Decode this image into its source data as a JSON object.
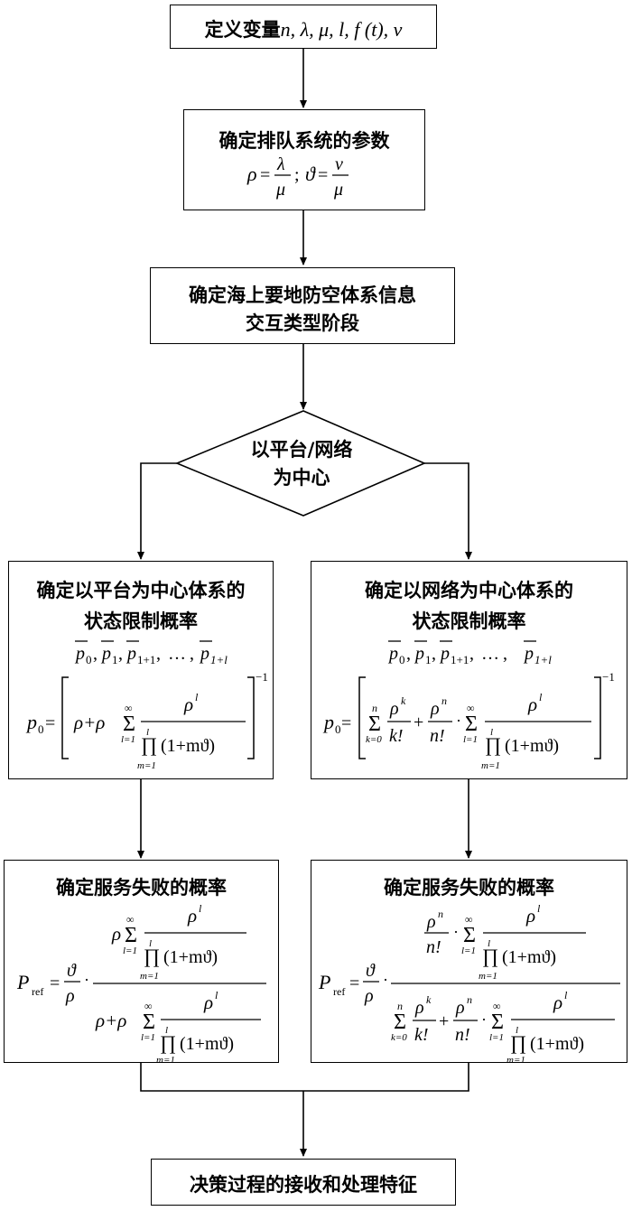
{
  "steps": {
    "define": {
      "label": "定义变量",
      "vars": "n, λ, μ, l, f (t), ν"
    },
    "queue": {
      "label": "确定排队系统的参数",
      "rho": "ρ",
      "lambda": "λ",
      "mu": "μ",
      "theta": "ϑ",
      "nu": "ν"
    },
    "stage": {
      "line1": "确定海上要地防空体系信息",
      "line2": "交互类型阶段"
    },
    "decision": {
      "line1": "以平台/网络",
      "line2": "为中心"
    },
    "left_state": {
      "line1": "确定以平台为中心体系的",
      "line2": "状态限制概率"
    },
    "right_state": {
      "line1": "确定以网络为中心体系的",
      "line2": "状态限制概率"
    },
    "left_fail": {
      "label": "确定服务失败的概率"
    },
    "right_fail": {
      "label": "确定服务失败的概率"
    },
    "final": {
      "label": "决策过程的接收和处理特征"
    }
  },
  "math": {
    "p0": "p",
    "sub0": "0",
    "sub1": "1",
    "sub1p1": "1+1",
    "sub1pl": "1+l",
    "ellipsis": "…",
    "P": "P",
    "ref": "ref",
    "neg1": "−1",
    "rho_l": "ρ",
    "sup_l": "l",
    "sum": "Σ",
    "prod": "∏",
    "infty": "∞",
    "l_eq1": "l=1",
    "m_eq1": "m=1",
    "k_eq0": "k=0",
    "n": "n",
    "factor": "(1+mϑ)",
    "rho_plus_rho": "ρ+ρ",
    "kfact": "k!",
    "nfact": "n!",
    "k": "k"
  }
}
